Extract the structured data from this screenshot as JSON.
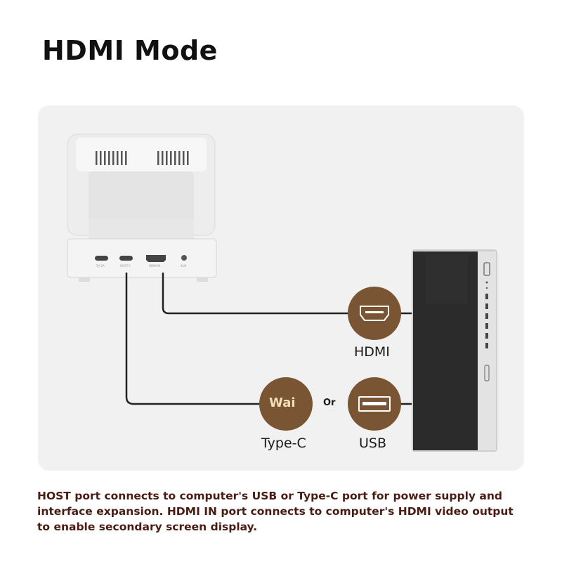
{
  "title": "HDMI Mode",
  "device": {
    "ports": [
      {
        "label": "5V-2A",
        "type": "type-c"
      },
      {
        "label": "HOST-C",
        "type": "type-c"
      },
      {
        "label": "HDMI IN",
        "type": "hdmi"
      },
      {
        "label": "AUX",
        "type": "audio"
      }
    ]
  },
  "connections": {
    "hdmi": {
      "label": "HDMI",
      "icon": "hdmi-port-icon"
    },
    "type_c": {
      "label": "Type-C",
      "badge": "Wai"
    },
    "or_text": "Or",
    "usb": {
      "label": "USB",
      "icon": "usb-port-icon"
    }
  },
  "caption": "HOST port connects to computer's USB or Type-C port for power supply and interface expansion. HDMI IN port connects to computer's HDMI video output to enable secondary screen display.",
  "colors": {
    "badge": "#7a5533",
    "caption": "#4a1c12",
    "panel": "#f1f1f1",
    "cable": "#222222"
  }
}
